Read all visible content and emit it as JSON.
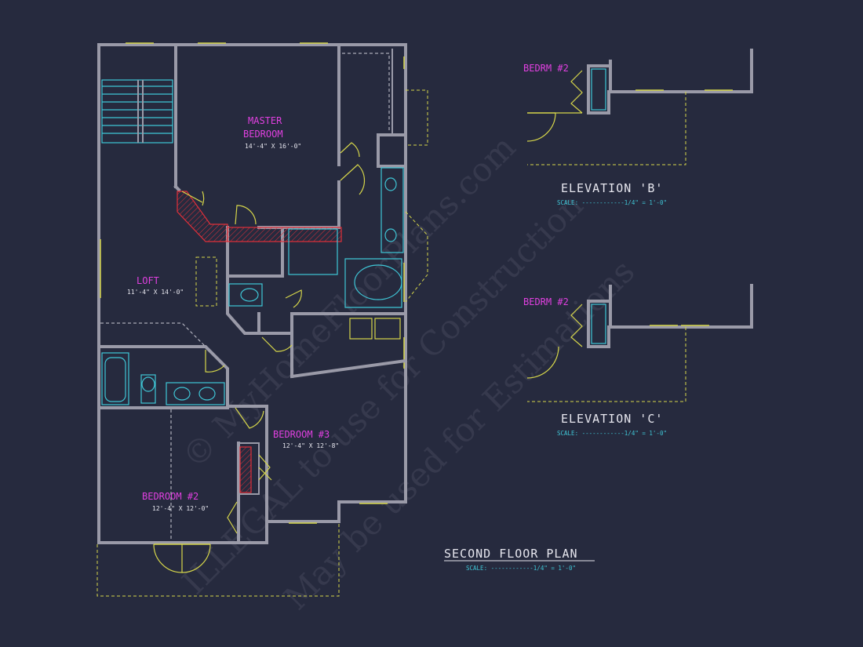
{
  "rooms": {
    "master_line1": "MASTER",
    "master_line2": "BEDROOM",
    "master_dim": "14'-4\" X 16'-0\"",
    "loft": "LOFT",
    "loft_dim": "11'-4\" X 14'-0\"",
    "bedroom3": "BEDROOM #3",
    "bedroom3_dim": "12'-4\" X 12'-8\"",
    "bedroom2": "BEDROOM #2",
    "bedroom2_dim": "12'-4\" X 12'-0\""
  },
  "elevation_b": {
    "room_tag": "BEDRM #2",
    "title": "ELEVATION 'B'",
    "scale": "SCALE: ------------1/4\" = 1'-0\""
  },
  "elevation_c": {
    "room_tag": "BEDRM #2",
    "title": "ELEVATION 'C'",
    "scale": "SCALE: ------------1/4\" = 1'-0\""
  },
  "plan": {
    "title": "SECOND FLOOR PLAN",
    "scale": "SCALE: ------------1/4\" = 1'-0\""
  },
  "watermark": {
    "line1": "© MyHomeFloorPlans.com",
    "line2": "ILLEGAL to use for Construction",
    "line3": "May be used for Estimations"
  },
  "colors": {
    "background": "#262a3e",
    "walls": "#9a9aa8",
    "room_labels": "#e040e0",
    "fixtures": "#3fc6d6",
    "doors_windows": "#d6d64a",
    "hatch": "#e0303a"
  }
}
